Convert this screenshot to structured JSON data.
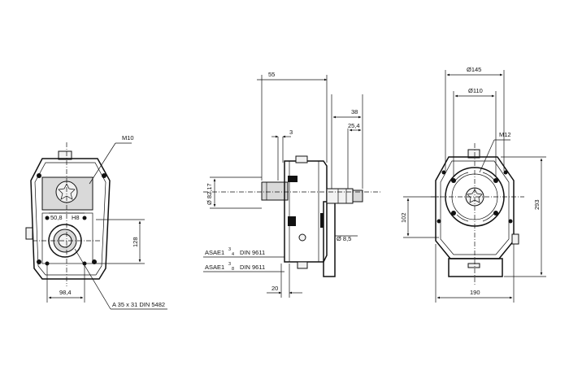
{
  "front_view": {
    "thread_label": "M10",
    "bore_label": "50,8",
    "fit_label": "H8",
    "height_label": "128",
    "width_label": "98,4",
    "spline_label": "A 35 x 31 DIN 5482"
  },
  "side_view": {
    "length_label": "55",
    "shaft_label": "38",
    "shaft_dia_label": "25,4",
    "offset_label": "3",
    "diameter_label": "Ø 82,17",
    "bore_label": "Ø 8,5",
    "flange_label": "20",
    "port_top": {
      "prefix": "ASAE1",
      "frac_num": "3",
      "frac_den": "4",
      "suffix": "DIN 9611"
    },
    "port_bottom": {
      "prefix": "ASAE1",
      "frac_num": "3",
      "frac_den": "8",
      "suffix": "DIN 9611"
    }
  },
  "rear_view": {
    "outer_dia_label": "Ø145",
    "inner_dia_label": "Ø110",
    "thread_label": "M12",
    "height_label": "293",
    "offset_label": "102",
    "width_label": "190"
  }
}
